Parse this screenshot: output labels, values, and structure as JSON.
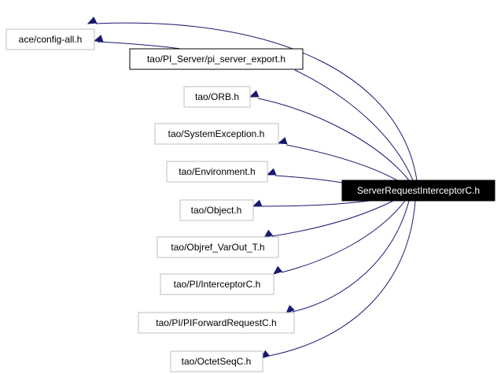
{
  "graph": {
    "source": "ServerRequestInterceptorC.h",
    "includes": [
      "ace/config-all.h",
      "tao/PI_Server/pi_server_export.h",
      "tao/ORB.h",
      "tao/SystemException.h",
      "tao/Environment.h",
      "tao/Object.h",
      "tao/Objref_VarOut_T.h",
      "tao/PI/InterceptorC.h",
      "tao/PI/PIForwardRequestC.h",
      "tao/OctetSeqC.h"
    ],
    "extra_edges": [
      {
        "from": "tao/PI_Server/pi_server_export.h",
        "to": "ace/config-all.h"
      }
    ],
    "colors": {
      "edge": "#191970",
      "node_border": "#bfbfbf",
      "source_fill": "#000000"
    }
  }
}
